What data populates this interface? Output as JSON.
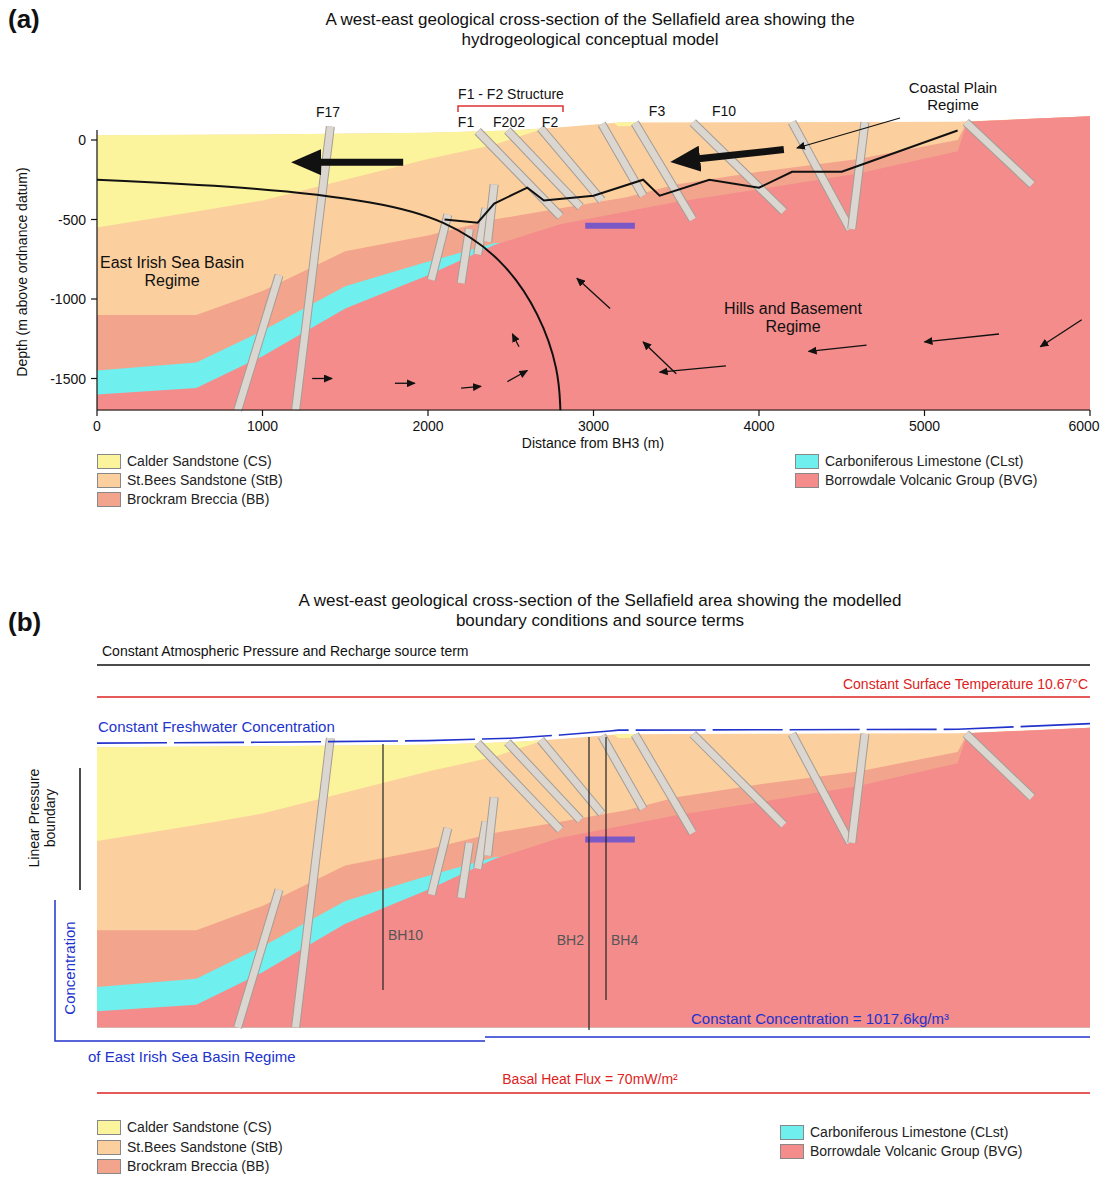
{
  "diagram": {
    "labels": [
      "(a)",
      "A west-east geological cross-section of the Sellafield area showing the hydrogeological conceptual model",
      "F1 - F2 Structure",
      "F17",
      "F1",
      "F202",
      "F2",
      "F3",
      "F10",
      "Coastal Plain Regime",
      "0",
      "-500",
      "-1000",
      "-1500",
      "Depth (m above ordnance datum)",
      "East Irish Sea Basin Regime",
      "Hills and Basement Regime",
      "0",
      "1000",
      "2000",
      "3000",
      "4000",
      "5000",
      "6000",
      "Distance from BH3 (m)",
      "(b)",
      "A west-east geological cross-section of the Sellafield area showing the modelled boundary conditions and source terms",
      "Constant Atmospheric Pressure and Recharge source term",
      "Constant Surface Temperature 10.67°C",
      "Constant Freshwater Concentration",
      "Linear Pressure boundary",
      "BH10",
      "BH2",
      "BH4",
      "Concentration",
      "of East Irish Sea Basin Regime",
      "Constant Concentration = 1017.6kg/m³",
      "Basal Heat Flux = 70mW/m²"
    ],
    "legend": [
      {
        "text": "Calder Sandstone (CS)",
        "color": "#fcf49c"
      },
      {
        "text": "St.Bees Sandstone (StB)",
        "color": "#fbcf9e"
      },
      {
        "text": "Brockram Breccia (BB)",
        "color": "#f2a48c"
      },
      {
        "text": "Carboniferous Limestone (CLst)",
        "color": "#6ff0ee"
      },
      {
        "text": "Borrowdale Volcanic Group (BVG)",
        "color": "#f48c8c"
      },
      {
        "text": "Calder Sandstone (CS)",
        "color": "#fcf49c"
      },
      {
        "text": "St.Bees Sandstone (StB)",
        "color": "#fbcf9e"
      },
      {
        "text": "Brockram Breccia (BB)",
        "color": "#f2a48c"
      },
      {
        "text": "Carboniferous Limestone (CLst)",
        "color": "#6ff0ee"
      },
      {
        "text": "Borrowdale Volcanic Group (BVG)",
        "color": "#f48c8c"
      }
    ]
  }
}
